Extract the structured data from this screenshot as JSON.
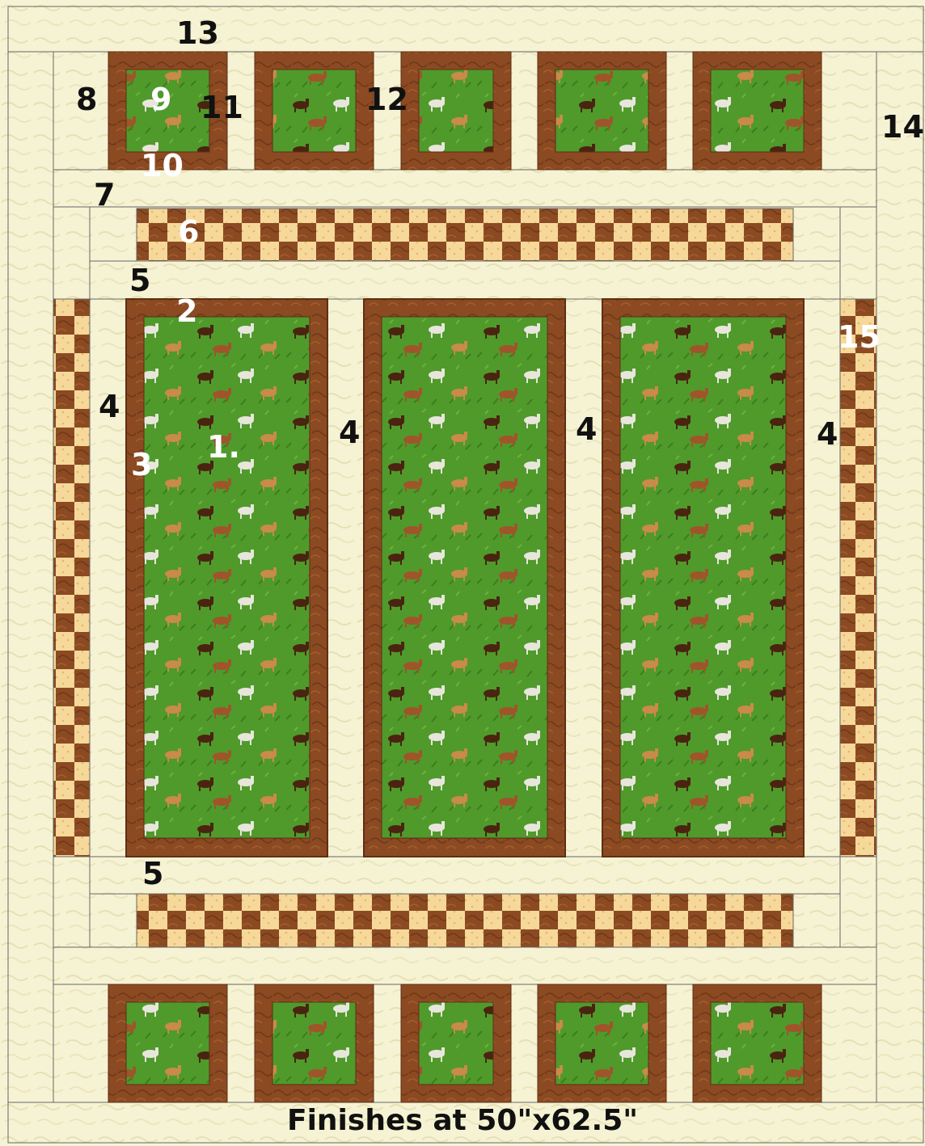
{
  "caption": "Finishes at 50\"x62.5\"",
  "colors": {
    "cream": "#f6f3d4",
    "cream_mottle": "#ebe6bd",
    "brown": "#8b4a22",
    "brown_dark": "#5e2f14",
    "tan": "#f6d99a",
    "green": "#4f9a2b",
    "green_dark": "#3b7d1f",
    "outline": "#555555"
  },
  "labels": {
    "n1": "1.",
    "n2": "2",
    "n3": "3",
    "n4": "4",
    "n5": "5",
    "n6": "6",
    "n7": "7",
    "n8": "8",
    "n9": "9",
    "n10": "10",
    "n11": "11",
    "n12": "12",
    "n13": "13",
    "n14": "14",
    "n15": "15"
  }
}
